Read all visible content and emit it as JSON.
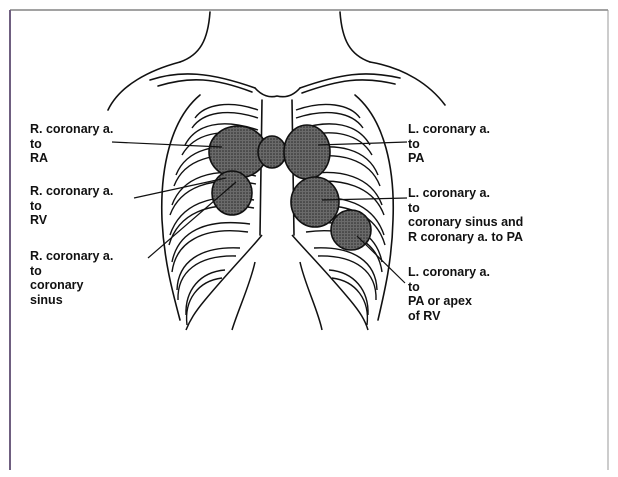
{
  "labels": {
    "rca_to_ra": [
      "R. coronary a.",
      "to",
      "RA"
    ],
    "rca_to_rv": [
      "R. coronary a.",
      "to",
      "RV"
    ],
    "rca_to_cs": [
      "R. coronary a.",
      "to",
      "coronary",
      "sinus"
    ],
    "lca_to_pa": [
      "L. coronary a.",
      "to",
      "PA"
    ],
    "lca_to_cs_rca": [
      "L. coronary a.",
      "to",
      "coronary sinus and",
      "R coronary a. to PA"
    ],
    "lca_to_pa_rv": [
      "L. coronary a.",
      "to",
      "PA or apex",
      "of RV"
    ]
  },
  "colors": {
    "line": "#111111",
    "shade": "#555555",
    "frame": "#7a6a8a"
  }
}
